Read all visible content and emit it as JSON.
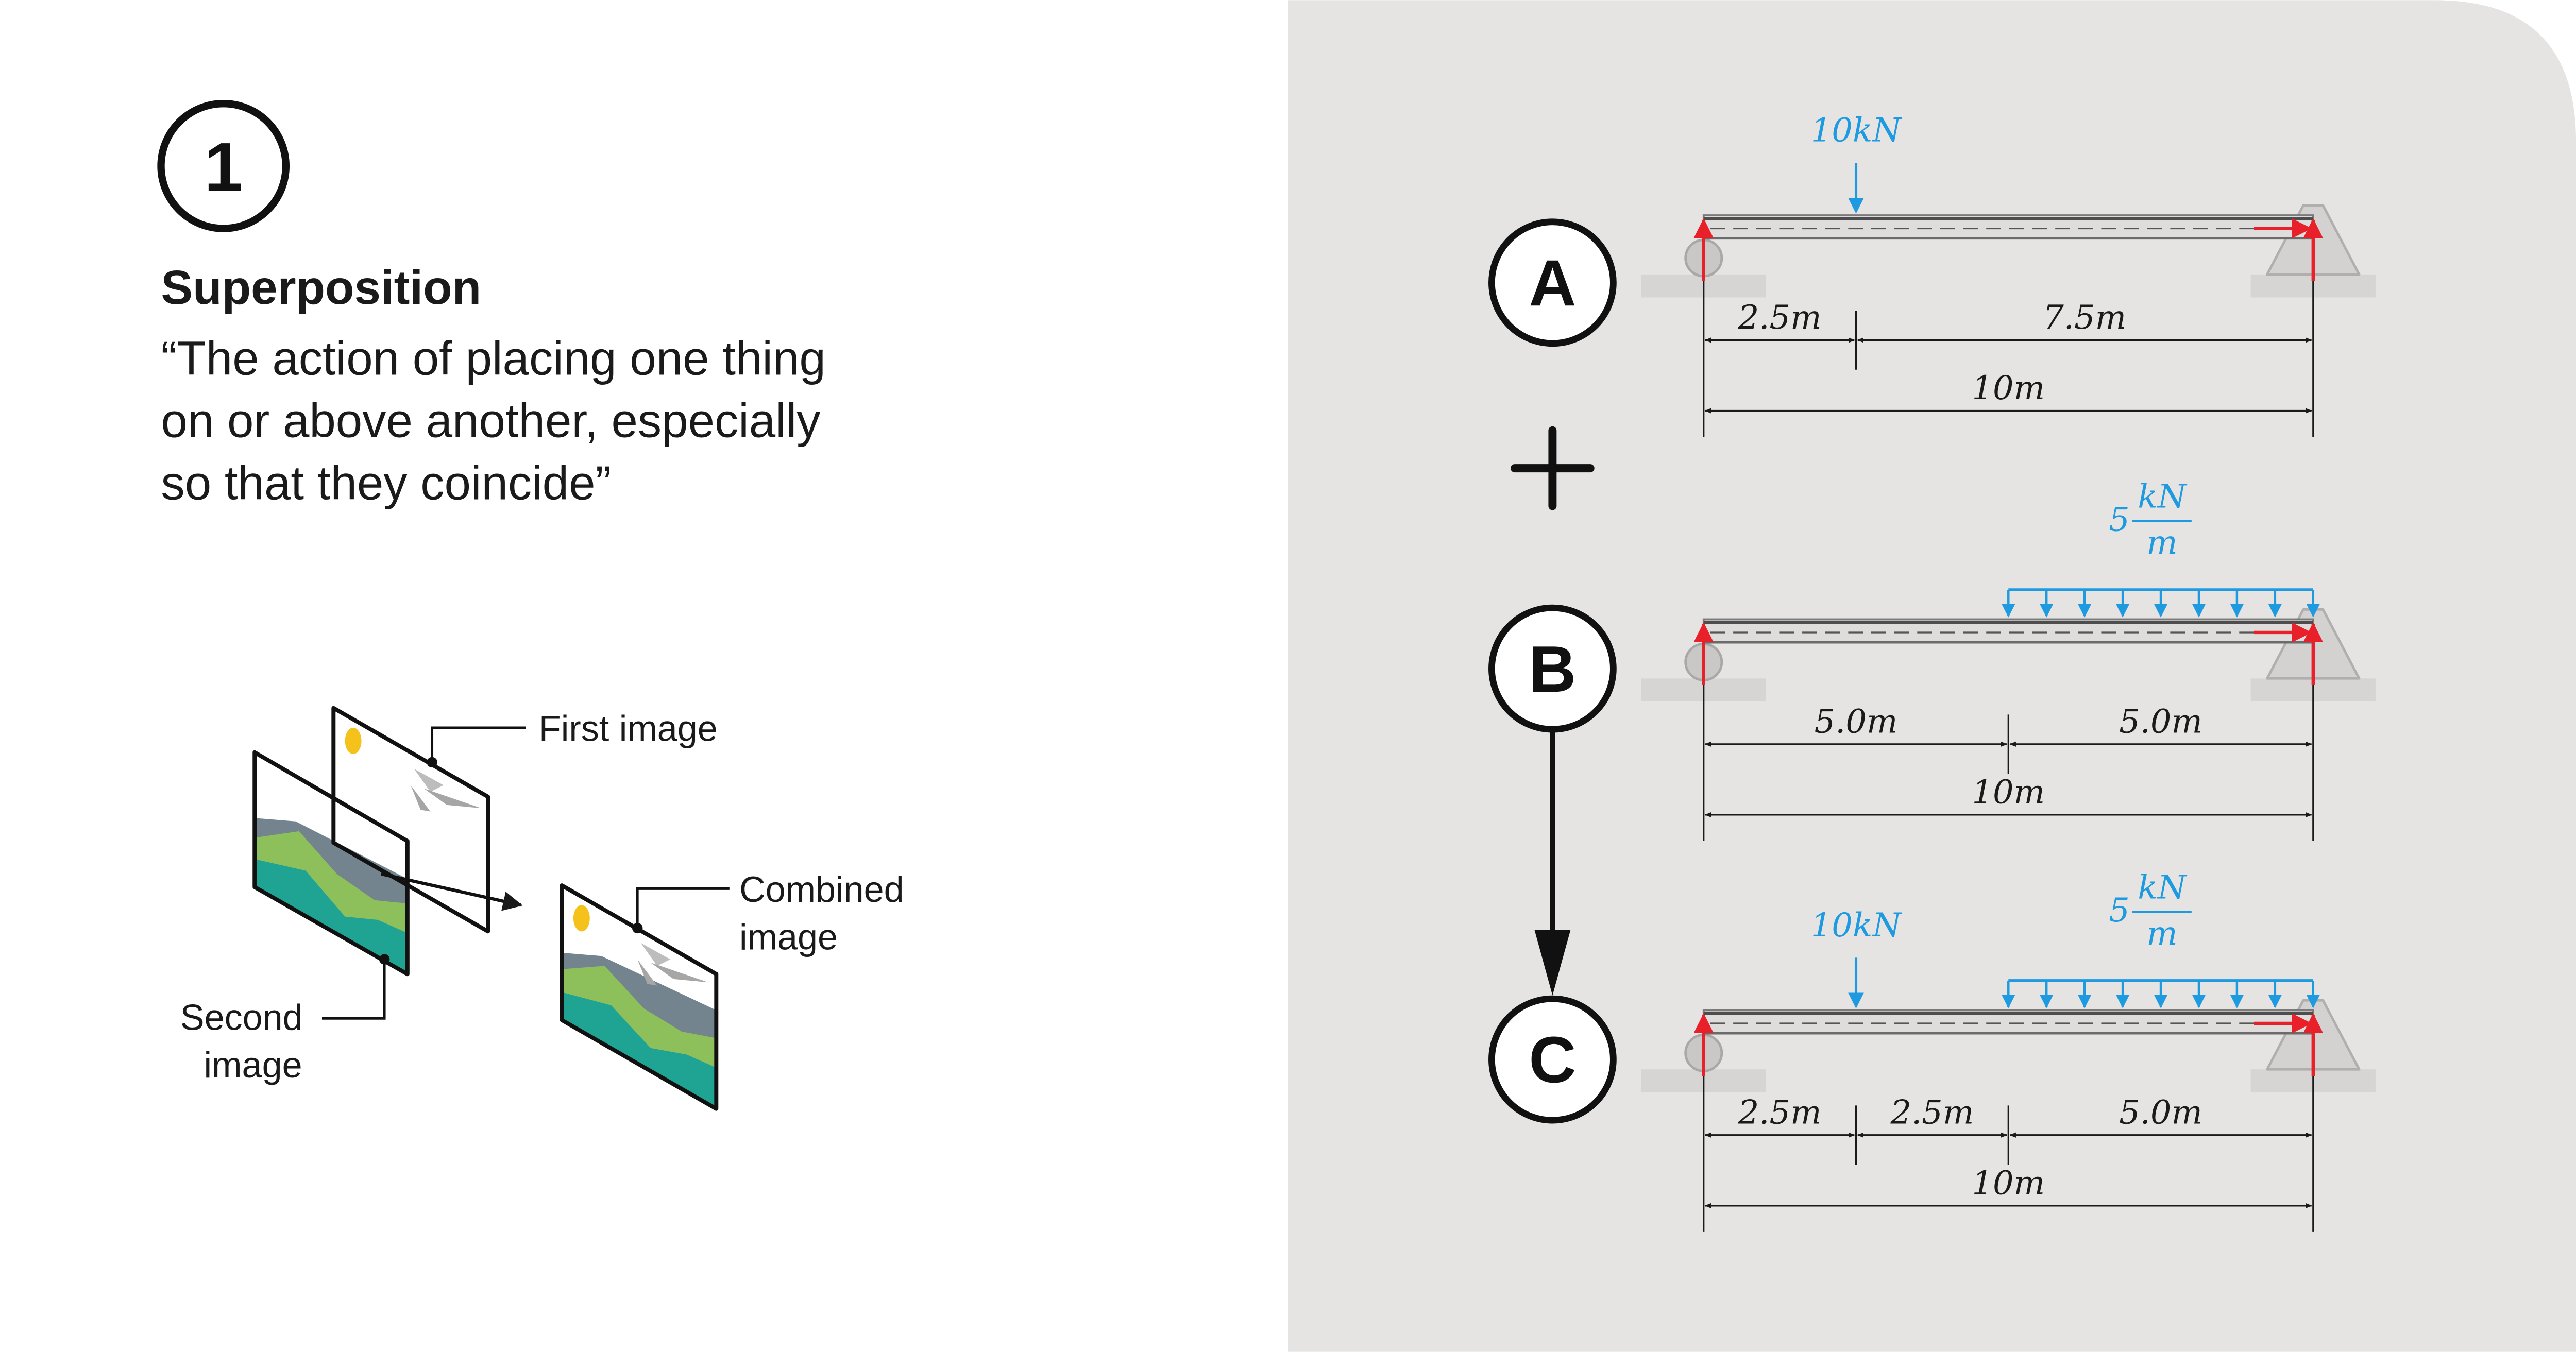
{
  "step_number": "1",
  "heading": "Superposition",
  "definition_lines": [
    "“The action of placing one thing",
    "on or above another, especially",
    "so that they coincide”"
  ],
  "illustration": {
    "first_image_label": "First image",
    "second_image_label": [
      "Second",
      "image"
    ],
    "combined_image_label": [
      "Combined",
      "image"
    ]
  },
  "operators": {
    "plus": "+"
  },
  "beams": {
    "A": {
      "label": "A",
      "point_load": "10kN",
      "segments": [
        "2.5m",
        "7.5m"
      ],
      "total": "10m"
    },
    "B": {
      "label": "B",
      "distributed_load": {
        "coefficient": "5",
        "numerator": "kN",
        "denominator": "m"
      },
      "segments": [
        "5.0m",
        "5.0m"
      ],
      "total": "10m"
    },
    "C": {
      "label": "C",
      "point_load": "10kN",
      "distributed_load": {
        "coefficient": "5",
        "numerator": "kN",
        "denominator": "m"
      },
      "segments": [
        "2.5m",
        "2.5m",
        "5.0m"
      ],
      "total": "10m"
    }
  },
  "colors": {
    "panel_bg": "#e5e4e3",
    "load_blue": "#1e9be0",
    "reaction_red": "#e8202a",
    "ink": "#1a1a1a",
    "green_light": "#8dc05a",
    "teal": "#1fa494",
    "slate": "#73848f",
    "sun_yellow": "#f5c21b"
  }
}
